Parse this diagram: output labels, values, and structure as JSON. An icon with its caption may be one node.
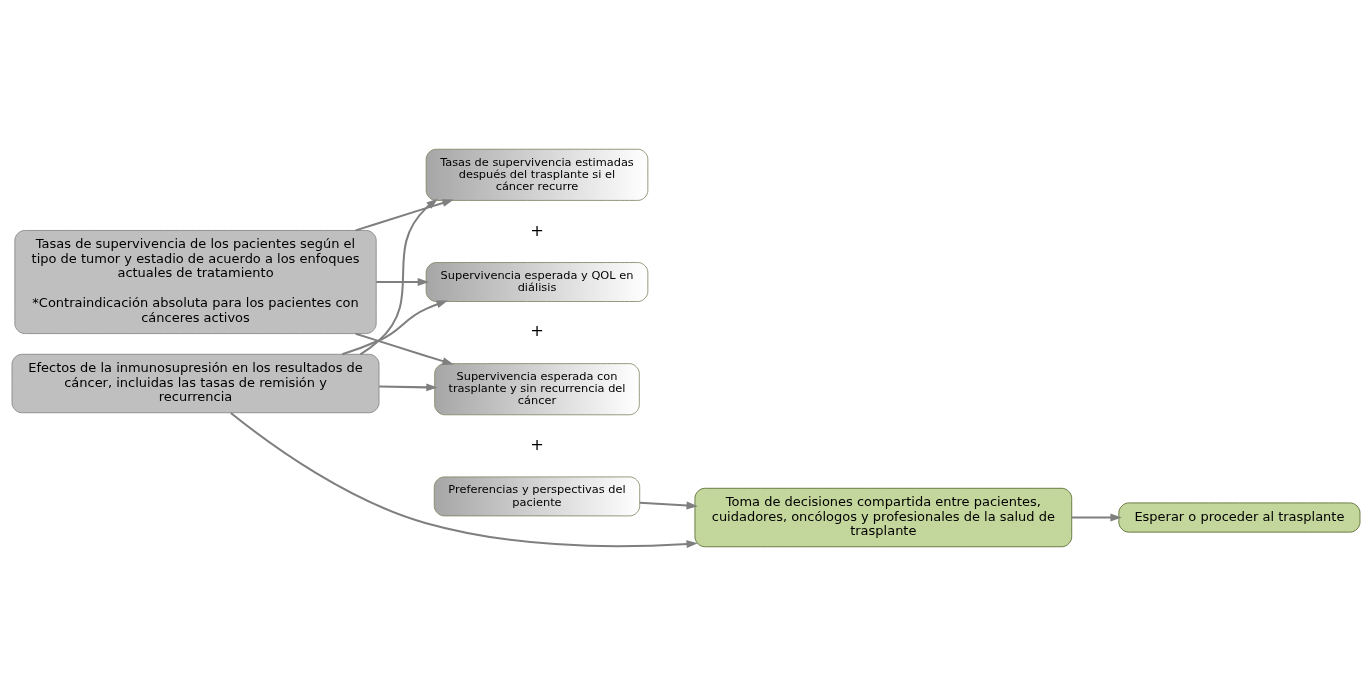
{
  "diagram": {
    "nodes": [
      {
        "text": [
          "Tasas de supervivencia de los pacientes según el tipo de tumor y estadio de acuerdo a los enfoques actuales de tratamiento",
          "*Contraindicación absoluta para los pacientes con cánceres activos"
        ]
      },
      {
        "text": [
          "Efectos de la inmunosupresión en los resultados de cáncer, incluidas las tasas de remisión y recurrencia"
        ]
      },
      {
        "text": [
          "Tasas de supervivencia estimadas después del trasplante si el cáncer recurre"
        ]
      },
      {
        "text": [
          "Supervivencia esperada y QOL en diálisis"
        ]
      },
      {
        "text": [
          "Supervivencia esperada con trasplante y sin recurrencia del cáncer"
        ]
      },
      {
        "text": [
          "Preferencias y perspectivas del paciente"
        ]
      },
      {
        "text": [
          "Toma de decisiones compartida entre pacientes, cuidadores, oncólogos y profesionales de la salud de trasplante"
        ]
      },
      {
        "text": [
          "Esperar o proceder al trasplante"
        ]
      }
    ],
    "edges": [
      {
        "from": 0,
        "to": 2,
        "arrow": "to"
      },
      {
        "from": 0,
        "to": 3,
        "arrow": "to"
      },
      {
        "from": 0,
        "to": 4,
        "arrow": "to"
      },
      {
        "from": 1,
        "to": 2,
        "arrow": "to"
      },
      {
        "from": 1,
        "to": 3,
        "arrow": "to"
      },
      {
        "from": 1,
        "to": 4,
        "arrow": "to"
      },
      {
        "from": 1,
        "to": 6,
        "arrow": "to"
      },
      {
        "from": 5,
        "to": 6,
        "arrow": "to"
      },
      {
        "from": 6,
        "to": 7,
        "arrow": "to"
      }
    ],
    "labels": [
      "+",
      "+",
      "+"
    ]
  }
}
